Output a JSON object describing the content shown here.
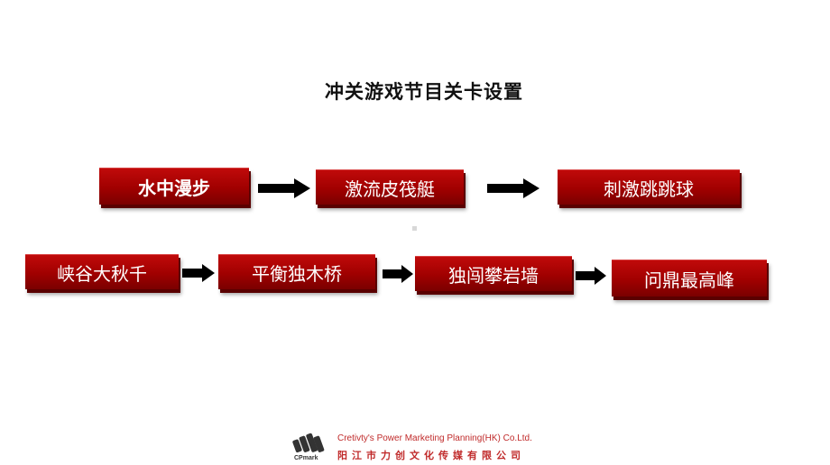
{
  "title": "冲关游戏节目关卡设置",
  "row1": [
    {
      "label": "水中漫步"
    },
    {
      "label": "激流皮筏艇"
    },
    {
      "label": "刺激跳跳球"
    }
  ],
  "row2": [
    {
      "label": "峡谷大秋千"
    },
    {
      "label": "平衡独木桥"
    },
    {
      "label": "独闯攀岩墙"
    },
    {
      "label": "问鼎最高峰"
    }
  ],
  "colors": {
    "box": "#a00000",
    "arrow": "#000000",
    "footer_text": "#c02a2a"
  },
  "footer": {
    "logo_text": "CPmark",
    "company_en": "Cretivty's Power Marketing Planning(HK) Co.Ltd.",
    "company_cn": "阳江市力创文化传媒有限公司"
  }
}
